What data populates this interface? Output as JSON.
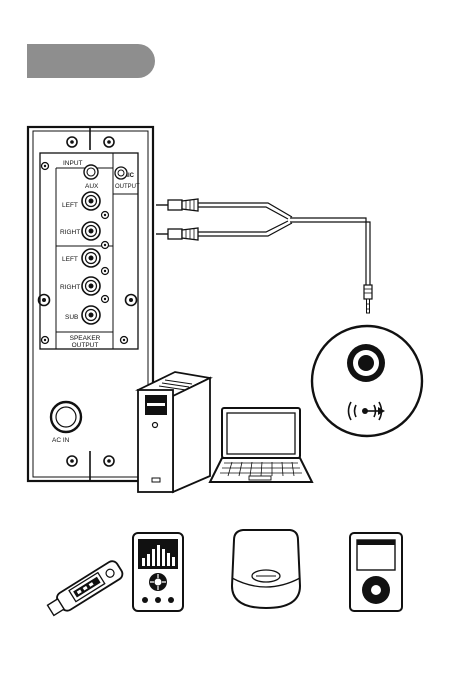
{
  "panel": {
    "input_label": "INPUT",
    "aux_label": "AUX",
    "mic_label": "MIC",
    "output_label": "OUTPUT",
    "left_label": "LEFT",
    "right_label": "RIGHT",
    "sub_label": "SUB",
    "speaker_output_line1": "SPEAKER",
    "speaker_output_line2": "OUTPUT",
    "ac_in_label": "AC  IN"
  },
  "icons": {
    "jack": "headphone-jack-icon",
    "audio_in": "audio-input-icon",
    "devices": [
      "usb-mp3-player-icon",
      "mp3-player-icon",
      "cd-player-icon",
      "ipod-icon",
      "desktop-pc-icon",
      "laptop-icon"
    ]
  },
  "colors": {
    "tab": "#8e8e8e",
    "line": "#111111",
    "panel": "#ffffff"
  }
}
